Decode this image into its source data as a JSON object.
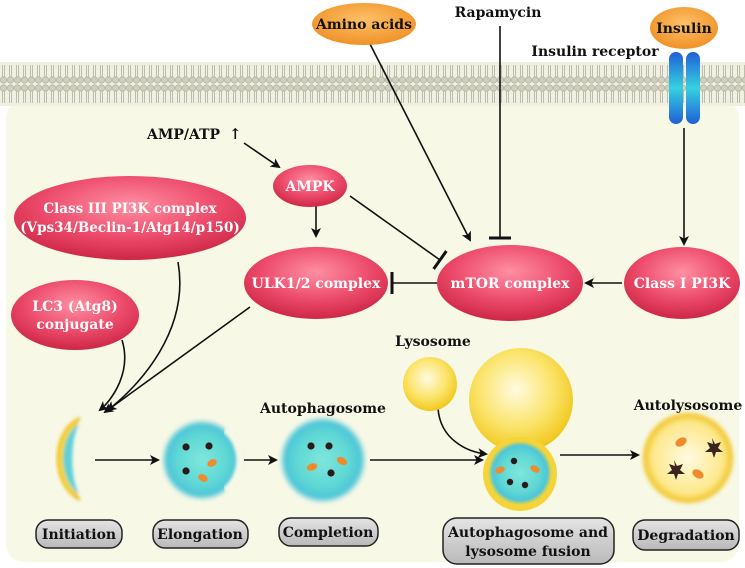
{
  "membrane_labels": {
    "amino_acids": "Amino acids",
    "rapamycin": "Rapamycin",
    "insulin": "Insulin",
    "insulin_receptor": "Insulin receptor"
  },
  "signals": {
    "amp_atp": "AMP/ATP",
    "amp_atp_arrow": "↑"
  },
  "nodes": {
    "ampk": "AMPK",
    "class3_line1": "Class III  PI3K complex",
    "class3_line2": "(Vps34/Beclin-1/Atg14/p150)",
    "ulk": "ULK1/2 complex",
    "mtor": "mTOR complex",
    "class1": "Class I PI3K",
    "lc3_line1": "LC3 (Atg8)",
    "lc3_line2": "conjugate"
  },
  "organelles": {
    "lysosome": "Lysosome",
    "autophagosome": "Autophagosome",
    "autolysosome": "Autolysosome"
  },
  "stages": {
    "initiation": "Initiation",
    "elongation": "Elongation",
    "completion": "Completion",
    "fusion_line1": "Autophagosome and",
    "fusion_line2": "lysosome fusion",
    "degradation": "Degradation"
  },
  "colors": {
    "cytoplasm": "#f7f8e6",
    "node_red": "#e0385a",
    "ligand_orange": "#f29a2e",
    "receptor_blue": "#1f7fd6",
    "vesicle_cyan": "#5fd0d8",
    "lysosome_yellow": "#f5d43a",
    "stage_box": "#c9c9c9"
  }
}
